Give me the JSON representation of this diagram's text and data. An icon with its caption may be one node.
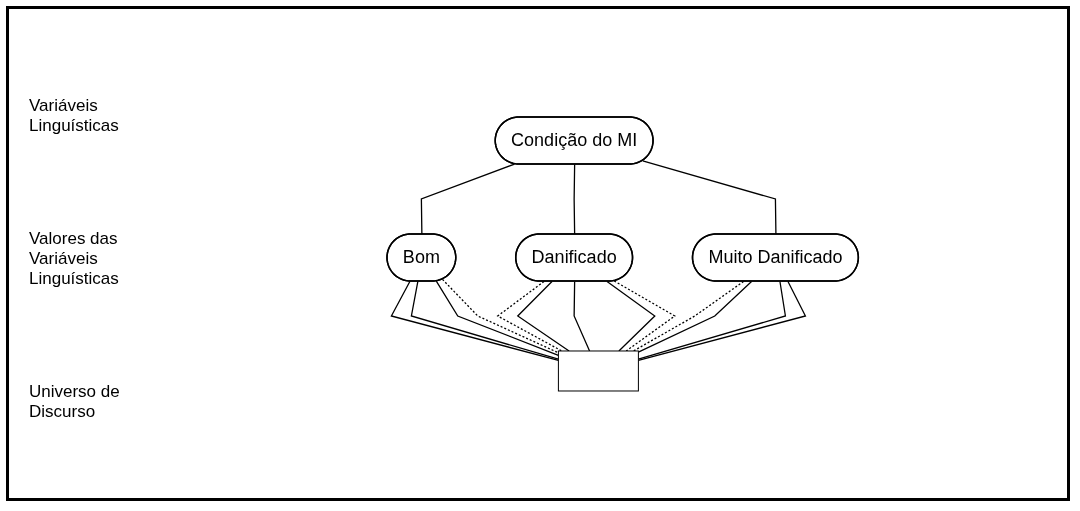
{
  "diagram": {
    "nodes": [
      {
        "text": [
          "Condição do MI"
        ]
      },
      {
        "text": [
          "Bom"
        ]
      },
      {
        "text": [
          "Danificado"
        ]
      },
      {
        "text": [
          "Muito Danificado"
        ]
      },
      {
        "text": [],
        "shape": "bar"
      }
    ],
    "edges": [
      {
        "from": 0,
        "to": 1,
        "arrow": "none"
      },
      {
        "from": 0,
        "to": 2,
        "arrow": "none"
      },
      {
        "from": 0,
        "to": 3,
        "arrow": "none"
      },
      {
        "from": 1,
        "to": 4,
        "arrow": "none"
      },
      {
        "from": 1,
        "to": 4,
        "arrow": "none"
      },
      {
        "from": 1,
        "to": 4,
        "arrow": "none"
      },
      {
        "from": 1,
        "to": 4,
        "arrow": "none",
        "style": "dashed"
      },
      {
        "from": 2,
        "to": 4,
        "arrow": "none",
        "style": "dashed"
      },
      {
        "from": 2,
        "to": 4,
        "arrow": "none"
      },
      {
        "from": 2,
        "to": 4,
        "arrow": "none"
      },
      {
        "from": 2,
        "to": 4,
        "arrow": "none"
      },
      {
        "from": 2,
        "to": 4,
        "arrow": "none",
        "style": "dashed"
      },
      {
        "from": 3,
        "to": 4,
        "arrow": "none",
        "style": "dashed"
      },
      {
        "from": 3,
        "to": 4,
        "arrow": "none"
      },
      {
        "from": 3,
        "to": 4,
        "arrow": "none"
      },
      {
        "from": 3,
        "to": 4,
        "arrow": "none"
      }
    ],
    "labels": [
      "Variáveis Linguísticas",
      "Valores das Variáveis Linguísticas",
      "Universo de Discurso"
    ]
  }
}
